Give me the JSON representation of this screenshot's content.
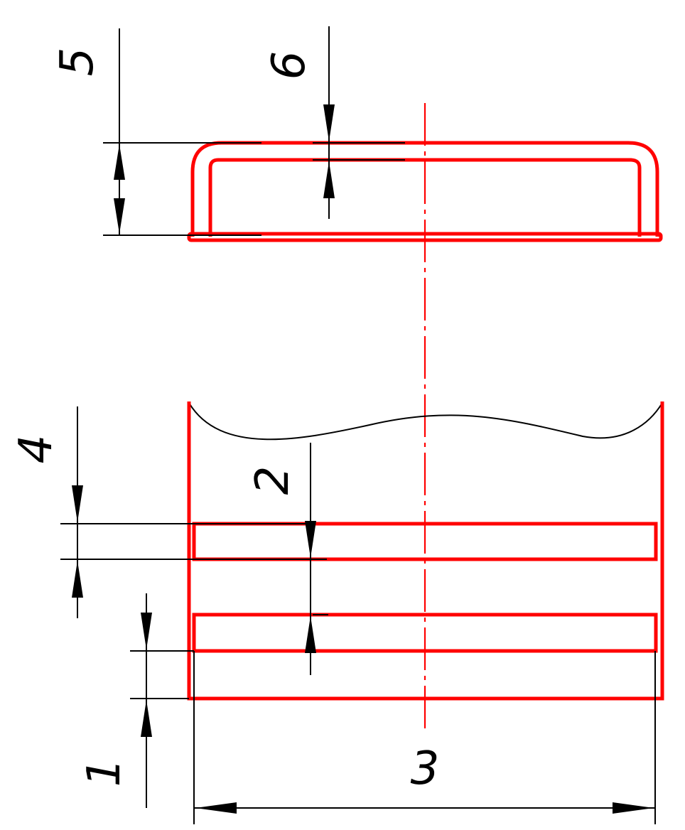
{
  "colors": {
    "contour": "#ff0000",
    "axis": "#ff0000",
    "dimension": "#000000",
    "background": "#ffffff"
  },
  "dimensions": {
    "d1": "1",
    "d2": "2",
    "d3": "3",
    "d4": "4",
    "d5": "5",
    "d6": "6"
  }
}
